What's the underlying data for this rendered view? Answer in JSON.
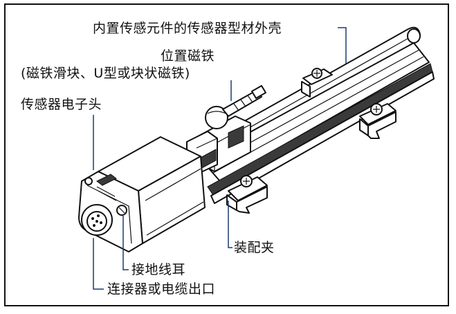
{
  "labels": {
    "housing": "内置传感元件的传感器型材外壳",
    "magnet": "位置磁铁",
    "magnet_types": "(磁铁滑块、U型或块状磁铁)",
    "head": "传感器电子头",
    "clamp": "装配夹",
    "ground": "接地线耳",
    "connector": "连接器或电缆出口"
  }
}
